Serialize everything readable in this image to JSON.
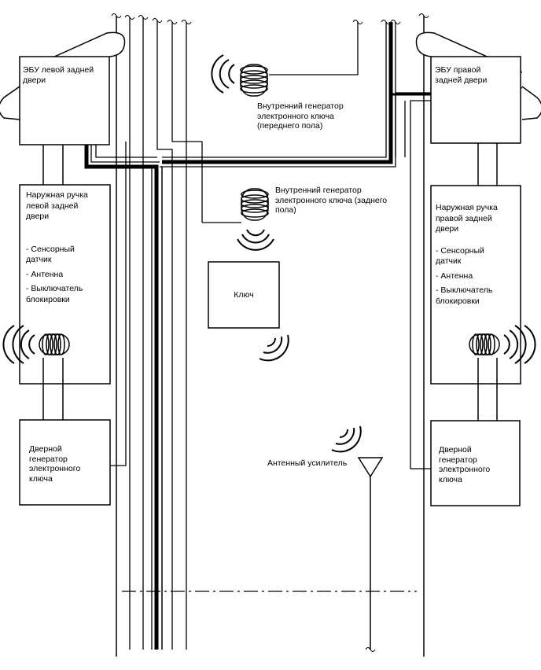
{
  "ecu_left": [
    "ЭБУ левой задней",
    "двери"
  ],
  "ecu_right": [
    "ЭБУ правой",
    "задней двери"
  ],
  "handle_left": {
    "title": [
      "Наружная ручка",
      "левой задней",
      "двери"
    ],
    "items": [
      [
        "- Сенсорный",
        "датчик"
      ],
      [
        "- Антенна"
      ],
      [
        "- Выключатель",
        "блокировки"
      ]
    ]
  },
  "handle_right": {
    "title": [
      "Наружная ручка",
      "правой задней",
      "двери"
    ],
    "items": [
      [
        "- Сенсорный",
        "датчик"
      ],
      [
        "- Антенна"
      ],
      [
        "- Выключатель",
        "блокировки"
      ]
    ]
  },
  "door_gen_left": [
    "Дверной",
    "генератор",
    "электронного",
    "ключа"
  ],
  "door_gen_right": [
    "Дверной",
    "генератор",
    "электронного",
    "ключа"
  ],
  "interior_front": [
    "Внутренний генератор",
    "электронного ключа",
    "(переднего пола)"
  ],
  "interior_rear": [
    "Внутренний генератор",
    "электронного ключа (заднего",
    "пола)"
  ],
  "key_label": "Ключ",
  "amp_label": "Антенный усилитель"
}
